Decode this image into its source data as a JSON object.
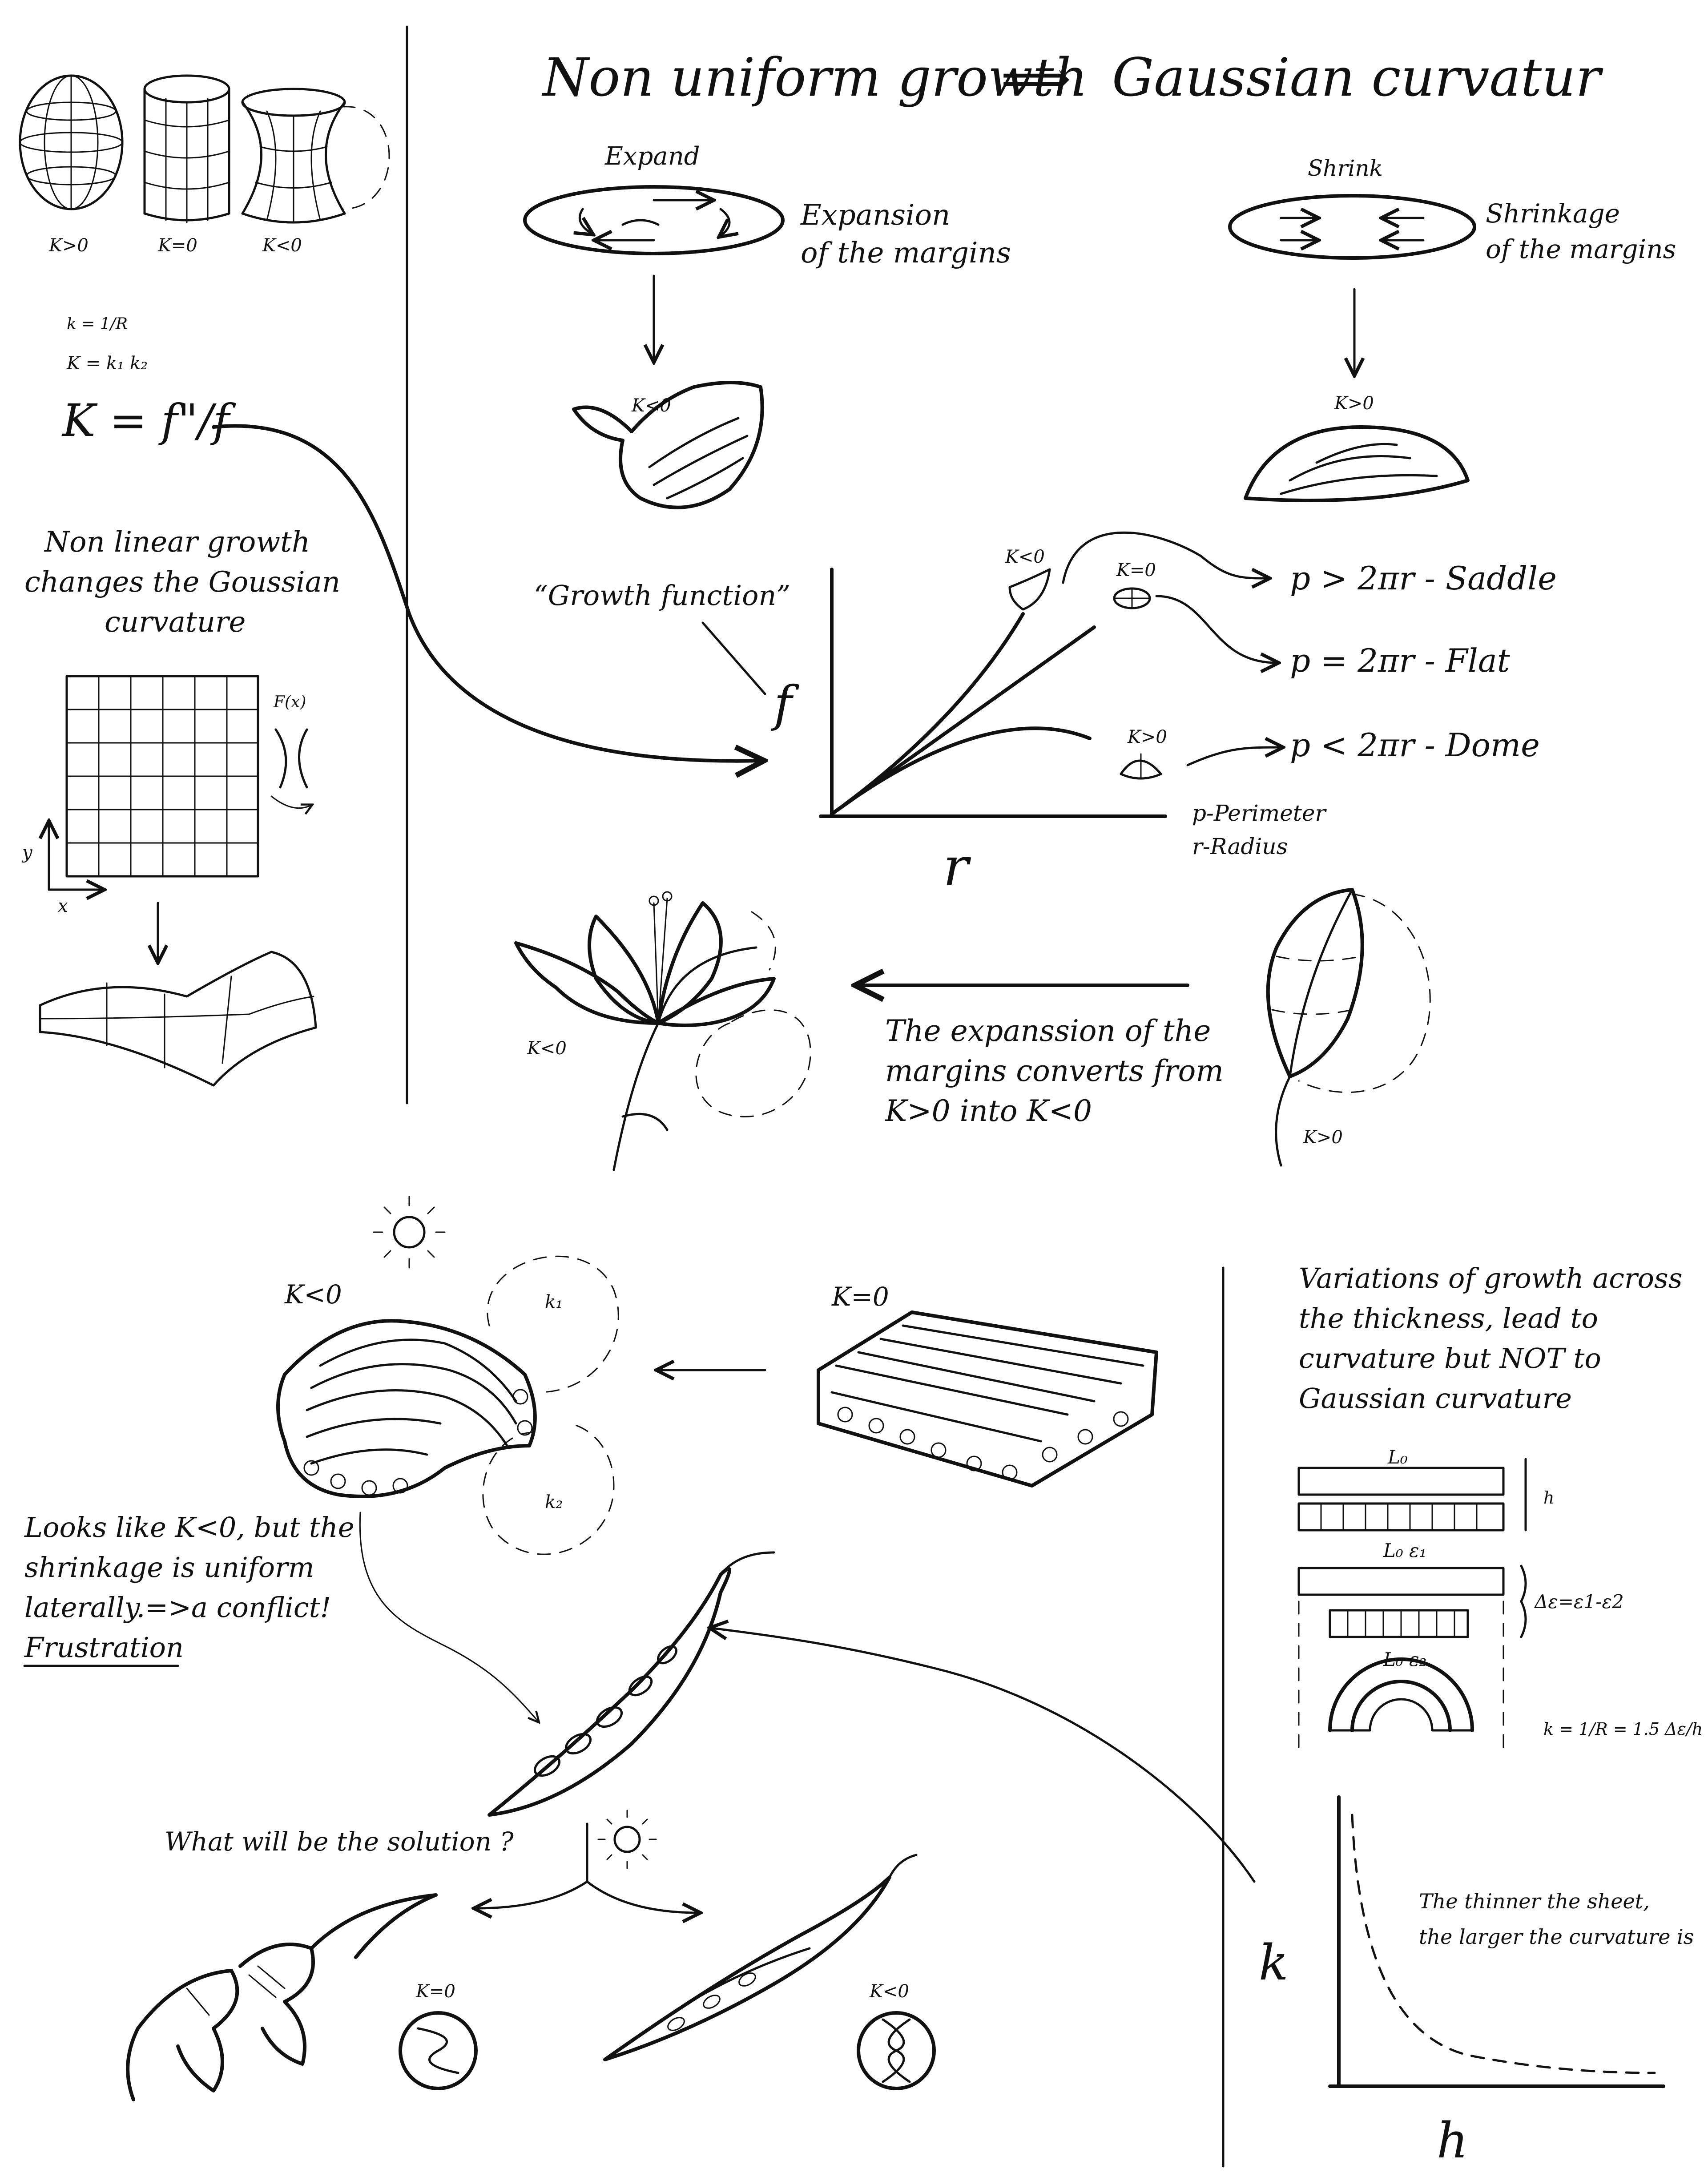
{
  "title": "Non uniform growth",
  "title_arrow": "⟹",
  "title_end": "Gaussian curvatur",
  "curvature_types": {
    "sphere": "K>0",
    "cylinder": "K=0",
    "saddle": "K<0"
  },
  "formulas": {
    "k_line": "k = 1/R",
    "K_product": "K = k₁ k₂",
    "K_growth": "K = f\"/f"
  },
  "left_panel": {
    "text_lines": [
      "Non linear growth",
      "changes the Goussian",
      "curvature"
    ],
    "grid_label": "F(x)",
    "axis_y": "y",
    "axis_x": "x"
  },
  "expand": {
    "label": "Expand",
    "caption_lines": [
      "Expansion",
      "of the margins"
    ],
    "result": "K<0"
  },
  "shrink": {
    "label": "Shrink",
    "caption_lines": [
      "Shrinkage",
      "of the margins"
    ],
    "result": "K>0"
  },
  "growth_plot": {
    "label": "“Growth function”",
    "y_axis": "f",
    "x_axis": "r",
    "curves": [
      {
        "curv": "K<0",
        "rule": "p > 2πr - Saddle"
      },
      {
        "curv": "K=0",
        "rule": "p = 2πr - Flat"
      },
      {
        "curv": "K>0",
        "rule": "p < 2πr - Dome"
      }
    ],
    "legend": [
      "p-Perimeter",
      "r-Radius"
    ]
  },
  "flower": {
    "flower_label": "K<0",
    "bud_label": "K>0",
    "caption_lines": [
      "The expanssion of the",
      "margins converts from",
      "K>0 into K<0"
    ]
  },
  "bundle": {
    "curved": "K<0",
    "flat": "K=0",
    "k1": "k₁",
    "k2": "k₂"
  },
  "frustration": {
    "lines": [
      "Looks like K<0, but the",
      "shrinkage is uniform",
      "laterally.=>a conflict!"
    ],
    "word": "Frustration"
  },
  "solution": {
    "question": "What will be the solution ?",
    "left": "K=0",
    "right": "K<0"
  },
  "thickness": {
    "text_lines": [
      "Variations of growth across",
      "the thickness, lead to",
      "curvature but NOT to",
      "Gaussian curvature"
    ],
    "l0": "L₀",
    "h": "h",
    "l0e1": "L₀ ε₁",
    "l0e2": "L₀ ε₂",
    "delta": "Δε=ε1-ε2",
    "k_formula": "k = 1/R = 1.5 Δε/h"
  },
  "thinness_plot": {
    "y_axis": "k",
    "x_axis": "h",
    "note_lines": [
      "The thinner the sheet,",
      "the larger the curvature is"
    ]
  }
}
